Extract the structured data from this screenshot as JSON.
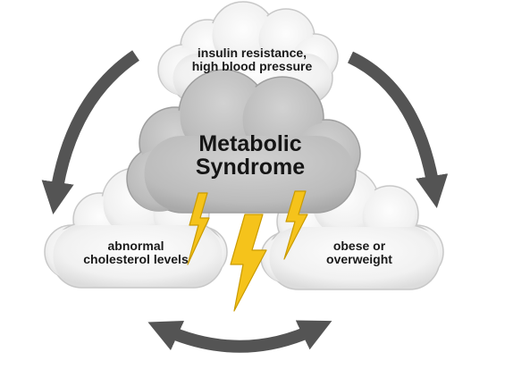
{
  "diagram": {
    "center": {
      "line1": "Metabolic",
      "line2": "Syndrome"
    },
    "top": {
      "line1": "insulin resistance,",
      "line2": "high blood pressure"
    },
    "left": {
      "line1": "abnormal",
      "line2": "cholesterol levels"
    },
    "right": {
      "line1": "obese or",
      "line2": "overweight"
    }
  },
  "colors": {
    "arrow": "#545454",
    "center_cloud": "#bdbdbd",
    "outer_cloud": "#f2f2f2",
    "cloud_outline": "#c8c8c8",
    "lightning": "#f5c31b"
  },
  "icons": [
    "cycle-arrow-icon",
    "lightning-bolt-icon"
  ]
}
